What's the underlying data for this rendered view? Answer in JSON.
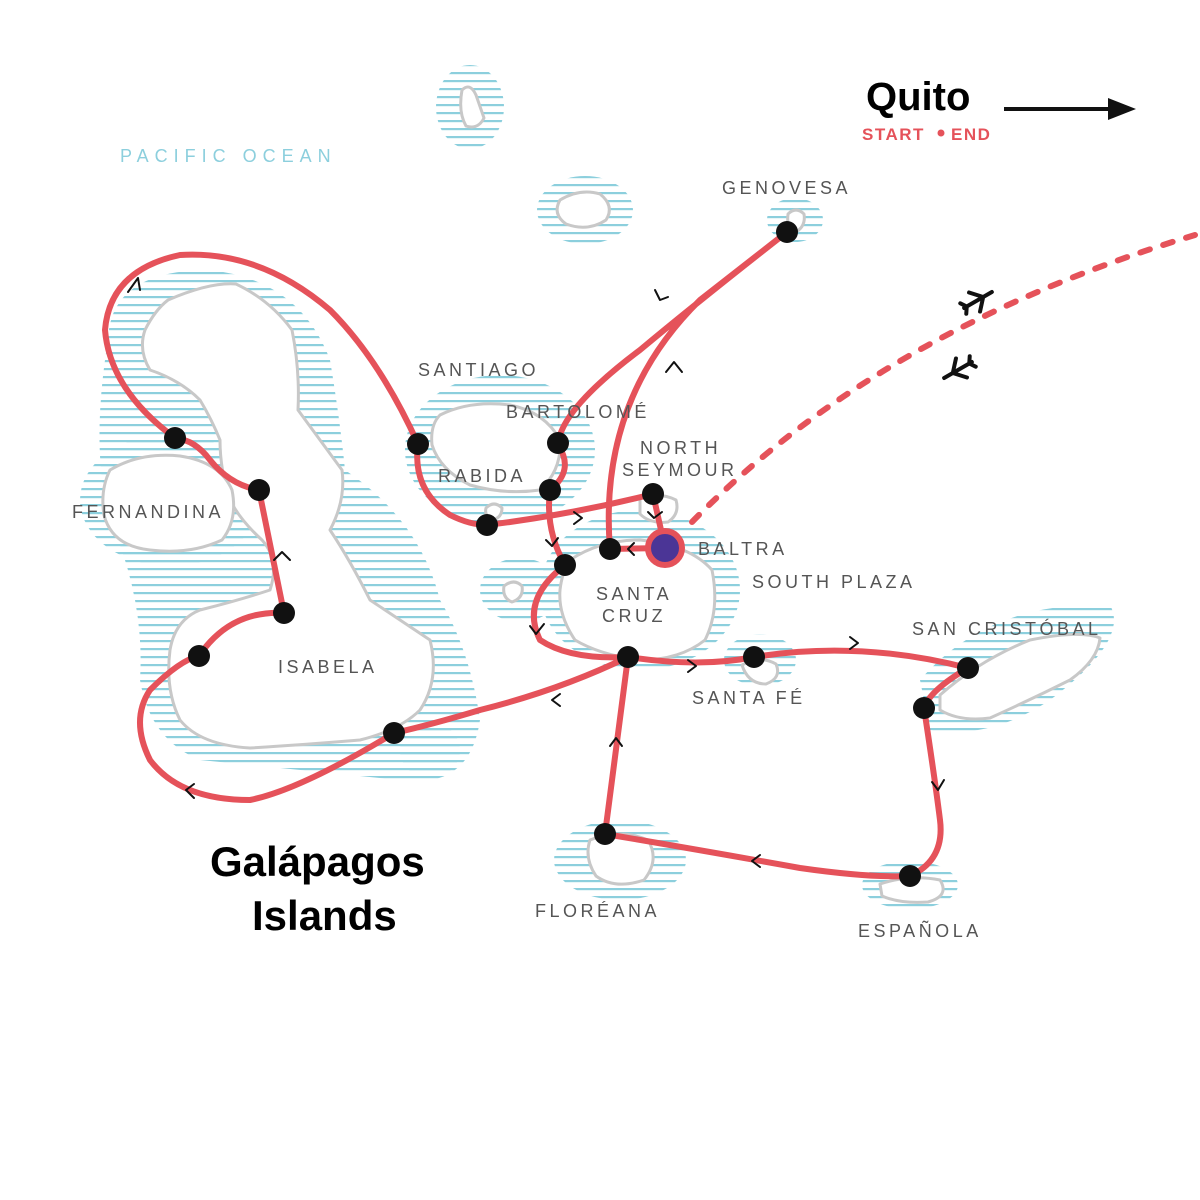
{
  "map": {
    "ocean_label": "PACIFIC OCEAN",
    "title_line1": "Galápagos",
    "title_line2": "Islands",
    "quito": {
      "name": "Quito",
      "start": "START",
      "end": "END"
    },
    "islands": {
      "genovesa": "GENOVESA",
      "santiago": "SANTIAGO",
      "bartolome": "BARTOLOMÉ",
      "north_seymour_1": "NORTH",
      "north_seymour_2": "SEYMOUR",
      "rabida": "RABIDA",
      "baltra": "BALTRA",
      "fernandina": "FERNANDINA",
      "south_plaza": "SOUTH PLAZA",
      "santa_cruz_1": "SANTA",
      "santa_cruz_2": "CRUZ",
      "isabela": "ISABELA",
      "san_cristobal": "SAN CRISTÓBAL",
      "santa_fe": "SANTA FÉ",
      "floreana": "FLORÉANA",
      "espanola": "ESPAÑOLA"
    },
    "colors": {
      "route": "#e5525a",
      "stop": "#111111",
      "start_marker": "#4b3596",
      "water_stripes": "#8ccfdd",
      "island_outline": "#c8c8c8"
    },
    "icons": [
      "airplane-icon",
      "arrow-right-icon"
    ]
  }
}
